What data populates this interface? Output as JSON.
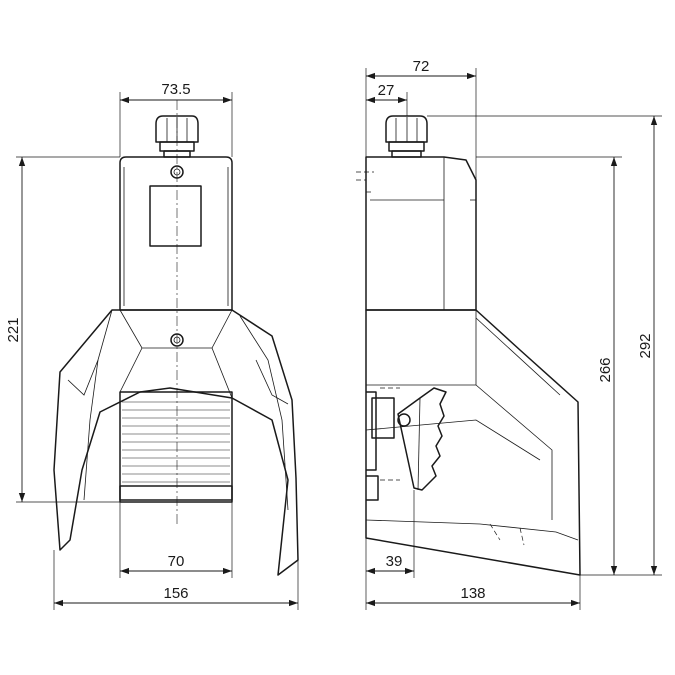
{
  "dimensions": {
    "top_width_front": "73.5",
    "height_front": "221",
    "pedal_width": "70",
    "overall_width": "156",
    "side_top_width": "72",
    "side_gland_offset": "27",
    "height_side": "266",
    "overall_height": "292",
    "side_pedal_offset": "39",
    "overall_depth": "138"
  },
  "colors": {
    "line": "#1a1a1a",
    "background": "#ffffff"
  }
}
